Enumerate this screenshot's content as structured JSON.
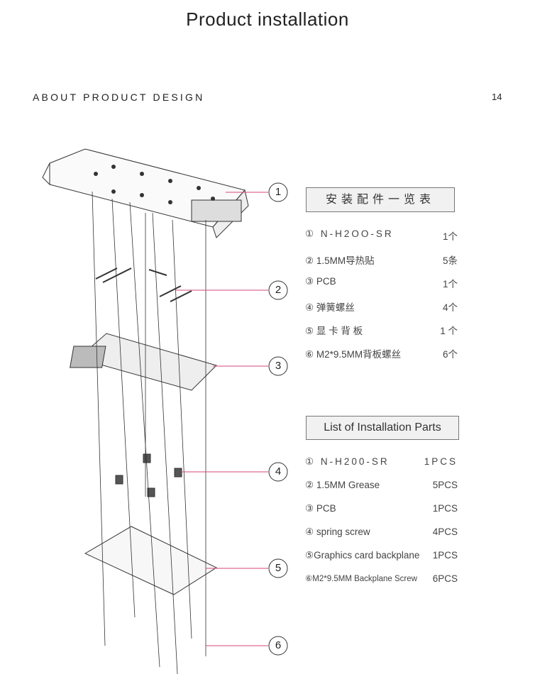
{
  "title": "Product installation",
  "section": "ABOUT PRODUCT DESIGN",
  "page_number": "14",
  "callouts": [
    "①",
    "②",
    "③",
    "④",
    "⑤",
    "⑥"
  ],
  "cn_list": {
    "heading": "安装配件一览表",
    "items": [
      {
        "name": "① N-H2OO-SR",
        "qty": "1个"
      },
      {
        "name": "② 1.5MM导热贴",
        "qty": "5条"
      },
      {
        "name": "③ PCB",
        "qty": "1个"
      },
      {
        "name": "④ 弹簧螺丝",
        "qty": "4个"
      },
      {
        "name": "⑤ 显 卡 背 板",
        "qty": "1 个"
      },
      {
        "name": "⑥ M2*9.5MM背板螺丝",
        "qty": "6个"
      }
    ]
  },
  "en_list": {
    "heading": "List of Installation Parts",
    "items": [
      {
        "name": "① N-H200-SR",
        "qty": "1PCS"
      },
      {
        "name": "② 1.5MM Grease",
        "qty": "5PCS"
      },
      {
        "name": "③ PCB",
        "qty": "1PCS"
      },
      {
        "name": "④ spring screw",
        "qty": "4PCS"
      },
      {
        "name": "⑤Graphics card backplane",
        "qty": "1PCS"
      },
      {
        "name": "⑥M2*9.5MM Backplane Screw",
        "qty": "6PCS"
      }
    ]
  },
  "colors": {
    "callout_line": "#d9457e"
  }
}
